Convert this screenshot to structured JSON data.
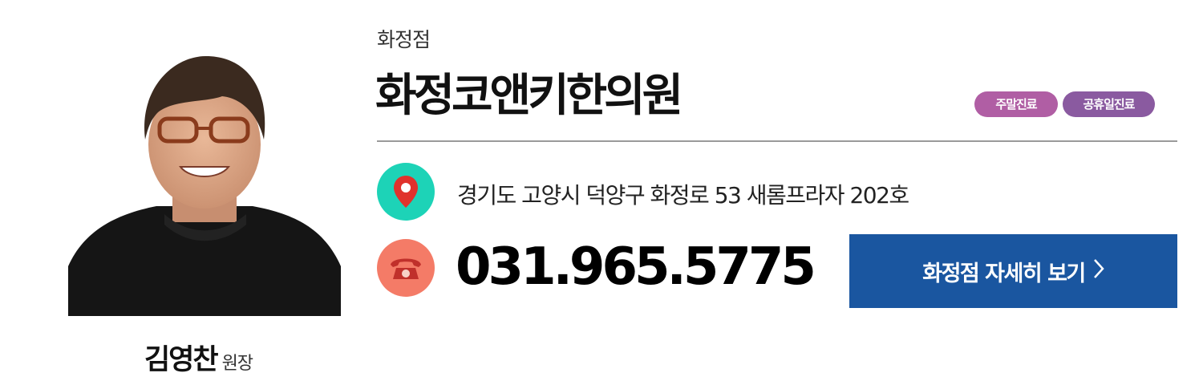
{
  "branch_label": "화정점",
  "clinic_name": "화정코앤키한의원",
  "badges": [
    "주말진료",
    "공휴일진료"
  ],
  "address": "경기도 고양시 덕양구 화정로 53 새롬프라자 202호",
  "phone": "031.965.5775",
  "detail_button": "화정점 자세히 보기",
  "doctor": {
    "name": "김영찬",
    "title": "원장"
  },
  "icons": {
    "location": "location-pin-icon",
    "phone": "telephone-icon",
    "chevron": "chevron-right-icon"
  },
  "colors": {
    "location_icon_bg": "#1dd3b7",
    "phone_icon_bg": "#f47b67",
    "button_bg": "#1a56a0",
    "badge_weekend": "#b05ea4",
    "badge_holiday": "#8a5aa0"
  }
}
